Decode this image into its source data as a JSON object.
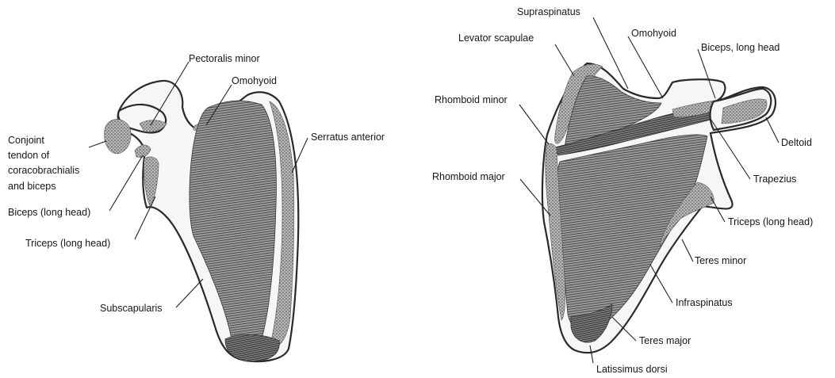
{
  "figure": {
    "anterior_view": {
      "labels": {
        "pectoralis_minor": "Pectoralis minor",
        "omohyoid": "Omohyoid",
        "conjoint_line1": "Conjoint",
        "conjoint_line2": "tendon of",
        "conjoint_line3": "coracobrachialis",
        "conjoint_line4": "and biceps",
        "serratus_anterior": "Serratus anterior",
        "biceps_long_head": "Biceps (long head)",
        "triceps_long_head": "Triceps (long head)",
        "subscapularis": "Subscapularis"
      }
    },
    "posterior_view": {
      "labels": {
        "supraspinatus": "Supraspinatus",
        "levator_scapulae": "Levator scapulae",
        "omohyoid": "Omohyoid",
        "biceps_long_head": "Biceps, long head",
        "rhomboid_minor": "Rhomboid minor",
        "deltoid": "Deltoid",
        "trapezius": "Trapezius",
        "rhomboid_major": "Rhomboid major",
        "triceps_long_head": "Triceps (long head)",
        "teres_minor": "Teres minor",
        "infraspinatus": "Infraspinatus",
        "teres_major": "Teres major",
        "latissimus_dorsi": "Latissimus dorsi"
      }
    }
  }
}
